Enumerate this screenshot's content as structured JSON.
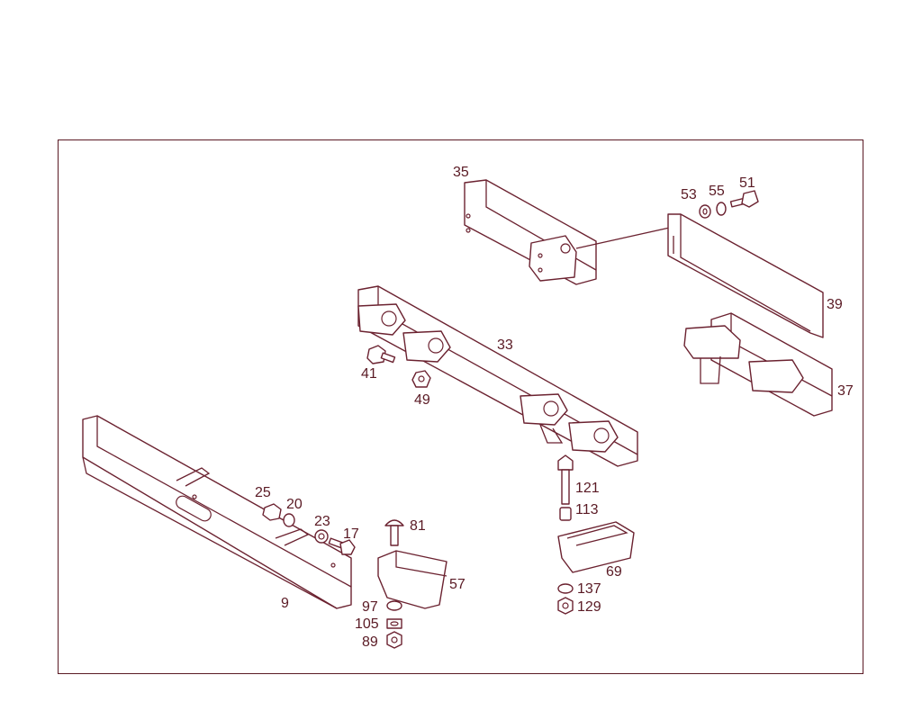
{
  "colors": {
    "line": "#6b2230",
    "frame": "#5a1a24",
    "background": "#ffffff"
  },
  "parts": {
    "p9": "9",
    "p17": "17",
    "p20": "20",
    "p23": "23",
    "p25": "25",
    "p33": "33",
    "p35": "35",
    "p37": "37",
    "p39": "39",
    "p41": "41",
    "p49": "49",
    "p51": "51",
    "p53": "53",
    "p55": "55",
    "p57": "57",
    "p69": "69",
    "p81": "81",
    "p89": "89",
    "p97": "97",
    "p105": "105",
    "p113": "113",
    "p121": "121",
    "p129": "129",
    "p137": "137"
  }
}
